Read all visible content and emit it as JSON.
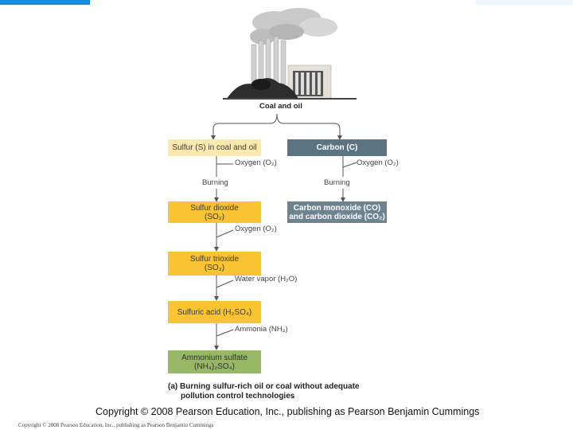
{
  "diagram": {
    "top_label": "Coal and oil",
    "left_column": {
      "start": "Sulfur (S) in coal and oil",
      "oxygen_1": "Oxygen (O₂)",
      "burning": "Burning",
      "step_1": {
        "line1": "Sulfur dioxide",
        "line2": "(SO₂)"
      },
      "oxygen_2": "Oxygen (O₂)",
      "step_2": {
        "line1": "Sulfur trioxide",
        "line2": "(SO₃)"
      },
      "water": "Water vapor (H₂O)",
      "step_3": "Sulfuric acid (H₂SO₄)",
      "ammonia": "Ammonia (NH₃)",
      "step_4": {
        "line1": "Ammonium sulfate",
        "line2": "(NH₄)₂SO₄)"
      }
    },
    "right_column": {
      "start": "Carbon (C)",
      "oxygen": "Oxygen (O₂)",
      "burning": "Burning",
      "result": {
        "line1": "Carbon monoxide (CO)",
        "line2": "and carbon dioxide (CO₂)"
      }
    },
    "caption": {
      "line1": "(a) Burning sulfur-rich oil or coal without adequate",
      "line2": "pollution control technologies"
    }
  },
  "copyright_main": "Copyright © 2008 Pearson Education, Inc., publishing as Pearson Benjamin Cummings",
  "copyright_small": "Copyright © 2008 Pearson Education, Inc., publishing as Pearson Benjamin Cummings",
  "colors": {
    "yellow_light": "#fde9ad",
    "yellow": "#f9c331",
    "green": "#95b766",
    "gray": "#5c7481"
  }
}
